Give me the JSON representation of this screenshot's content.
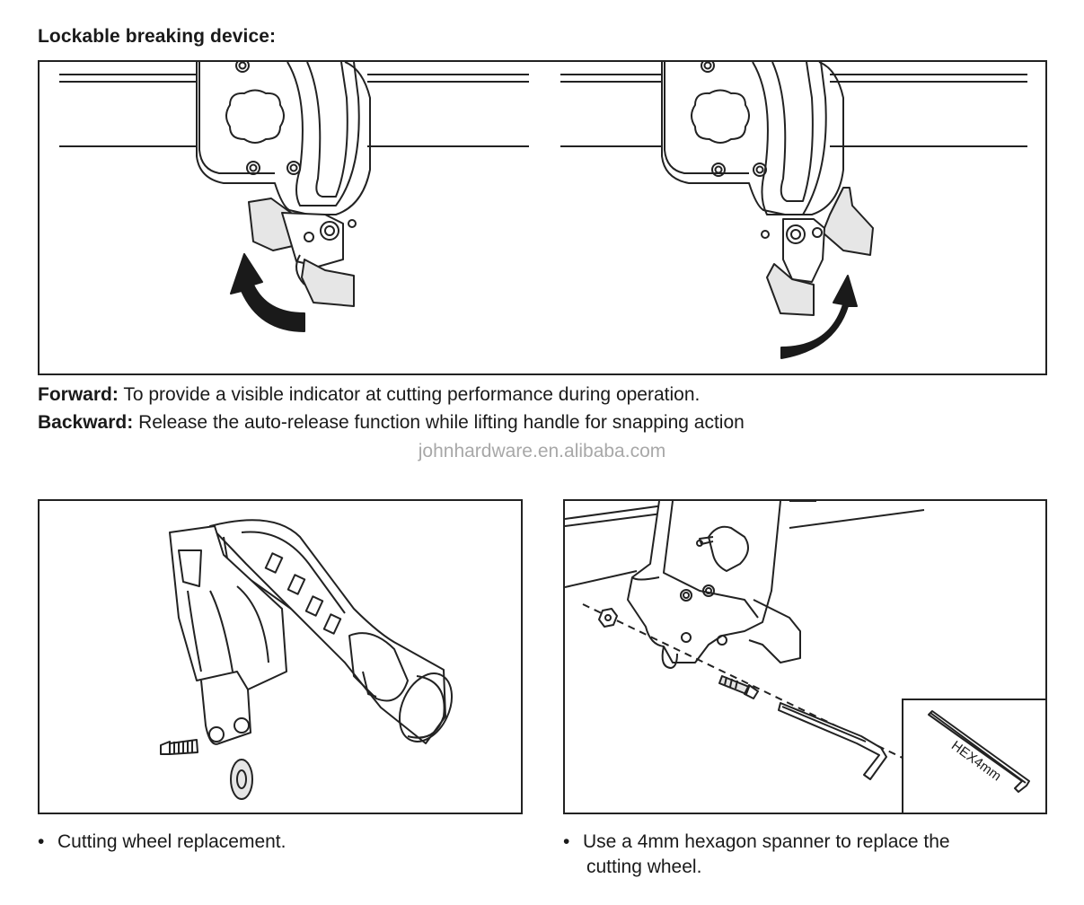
{
  "heading": "Lockable breaking device:",
  "forward": {
    "label": "Forward:",
    "text": "To provide a visible indicator at cutting performance during operation."
  },
  "backward": {
    "label": "Backward:",
    "text": "Release the auto-release function while lifting handle for snapping action"
  },
  "watermark": "johnhardware.en.alibaba.com",
  "captions": {
    "wheel": "Cutting wheel replacement.",
    "spanner_line1": "Use a 4mm hexagon spanner to replace the",
    "spanner_line2": "cutting wheel."
  },
  "bullet": "•",
  "inset_label": "HEX4mm",
  "icons": [
    "rotate-backward-arrow-icon",
    "rotate-forward-arrow-icon",
    "hex-key-icon"
  ],
  "colors": {
    "line": "#222222",
    "arrow": "#1a1a1a",
    "part_fill": "#e6e6e6",
    "watermark": "#a8a8a8"
  }
}
